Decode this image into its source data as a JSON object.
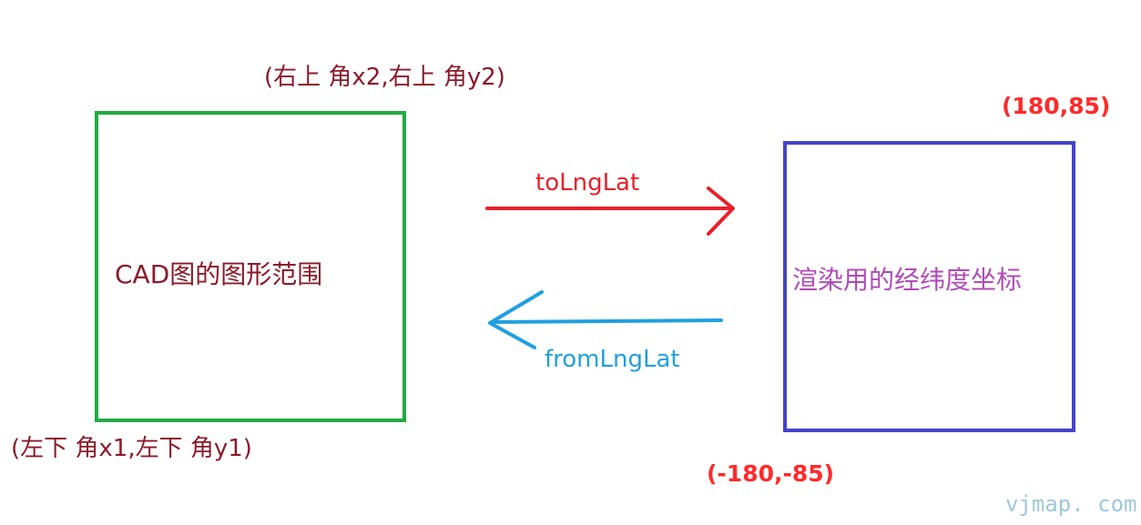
{
  "cad_extent": {
    "title": "CAD图的图形范围",
    "top_right_label": "(右上 角x2,右上 角y2)",
    "bottom_left_label": "(左下 角x1,左下 角y1)",
    "border_color": "#22aa44",
    "text_color": "#8b1a2a"
  },
  "lnglat_extent": {
    "title": "渲染用的经纬度坐标",
    "max_label": "(180,85)",
    "min_label": "(-180,-85)",
    "border_color": "#4444cc",
    "text_color": "#b04ab8",
    "label_color": "#ff2a2a"
  },
  "arrows": {
    "to": {
      "label": "toLngLat",
      "color": "#e8202a"
    },
    "from": {
      "label": "fromLngLat",
      "color": "#1fa0e0"
    }
  },
  "watermark": "vjmap. com"
}
